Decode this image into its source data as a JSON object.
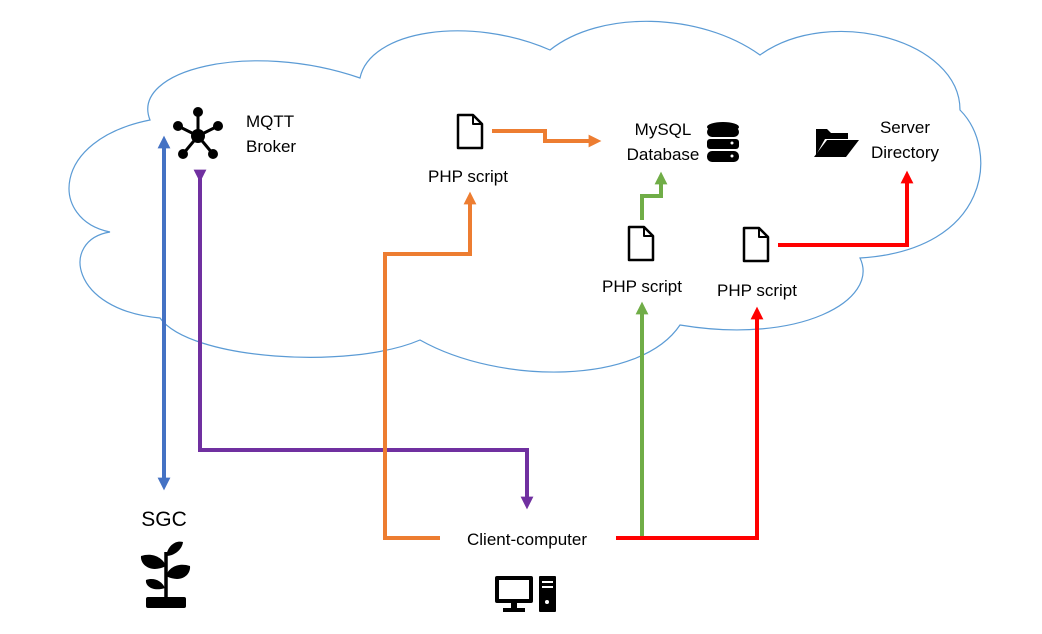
{
  "labels": {
    "mqtt_broker_line1": "MQTT",
    "mqtt_broker_line2": "Broker",
    "php_script_1": "PHP script",
    "mysql_line1": "MySQL",
    "mysql_line2": "Database",
    "server_dir_line1": "Server",
    "server_dir_line2": "Directory",
    "php_script_2": "PHP script",
    "php_script_3": "PHP script",
    "sgc": "SGC",
    "client_computer": "Client-computer"
  },
  "icons": {
    "mqtt_broker": "network-hub-icon",
    "php_script": "document-icon",
    "database": "database-icon",
    "server_directory": "folder-open-icon",
    "sgc": "plant-seedling-icon",
    "client_computer": "desktop-computer-icon"
  },
  "colors": {
    "cloud_outline": "#5B9BD5",
    "sgc_link": "#4472C4",
    "mqtt_link": "#7030A0",
    "php_db_link": "#ED7D31",
    "php_query_link": "#70AD47",
    "php_upload_link": "#FF0000"
  }
}
